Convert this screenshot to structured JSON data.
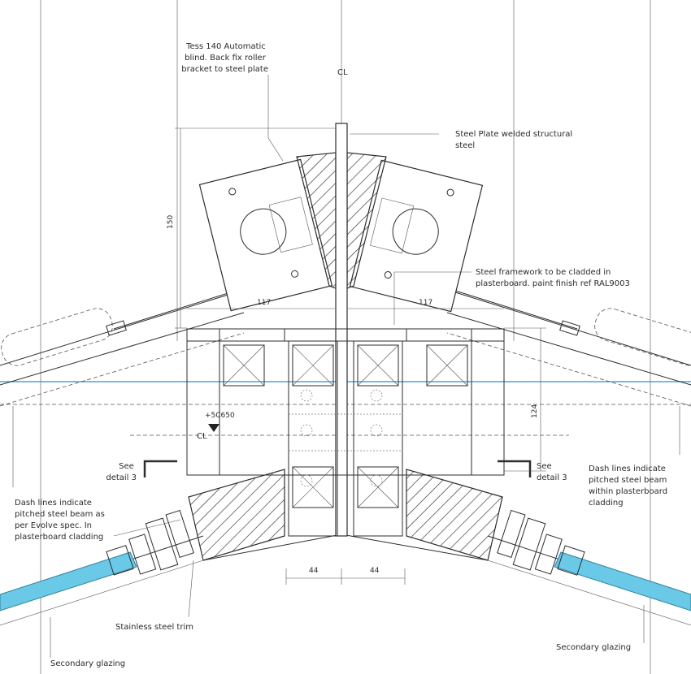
{
  "labels": {
    "blind_note": [
      "Tess 140 Automatic",
      "blind. Back fix roller",
      "bracket to steel plate"
    ],
    "centre_line_top": "CL",
    "centre_line_mid": "CL",
    "steel_plate": [
      "Steel Plate welded structural",
      "steel"
    ],
    "framework": [
      "Steel framework to be cladded in",
      "plasterboard. paint finish ref RAL9003"
    ],
    "level_mark": "+5C650",
    "see_detail_left": [
      "See",
      "detail 3"
    ],
    "see_detail_right": [
      "See",
      "detail 3"
    ],
    "dash_left": [
      "Dash lines indicate",
      "pitched steel beam as",
      "per Evolve spec. In",
      "plasterboard cladding"
    ],
    "dash_right": [
      "Dash lines indicate",
      "pitched steel beam",
      "within plasterboard",
      "cladding"
    ],
    "trim": "Stainless steel trim",
    "sec_glazing_left": "Secondary glazing",
    "sec_glazing_right": "Secondary glazing"
  },
  "dimensions": {
    "height_150": "150",
    "width_117_left": "117",
    "width_117_right": "117",
    "height_124": "124",
    "width_44_left": "44",
    "width_44_right": "44"
  },
  "colors": {
    "glass": "#69c9e6",
    "datum_line": "#2f8fd0",
    "linework": "#2d2d2d"
  }
}
